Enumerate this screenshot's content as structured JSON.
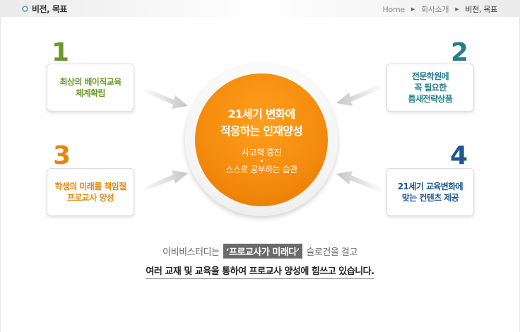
{
  "header": {
    "title": "비전, 목표",
    "breadcrumb": [
      "Home",
      "회사소개",
      "비전, 목표"
    ]
  },
  "items": [
    {
      "number": "1",
      "lines": [
        "최상의 베이직교육",
        "체계확립"
      ],
      "color": "#6b9a29"
    },
    {
      "number": "2",
      "lines": [
        "전문학원에",
        "꼭 필요한",
        "틈새전략상품"
      ],
      "color": "#257e8c"
    },
    {
      "number": "3",
      "lines": [
        "학생의 미래를 책임질",
        "프로교사 양성"
      ],
      "color": "#e28811"
    },
    {
      "number": "4",
      "lines": [
        "21세기 교육변화에",
        "맞는 컨텐츠 제공"
      ],
      "color": "#1f5793"
    }
  ],
  "center": {
    "title_lines": [
      "21세기 변화에",
      "적응하는 인재양성"
    ],
    "sub_lines": [
      "사고력 증진",
      "스스로 공부하는 습관"
    ],
    "color": "#f48a0c"
  },
  "slogan": {
    "prefix": "이비비스터디는",
    "highlight": "‘프로교사가 미래다’",
    "suffix": "슬로건을 걸고",
    "line2": "여러 교재 및 교육을 통하여 프로교사 양성에 힘쓰고 있습니다."
  }
}
